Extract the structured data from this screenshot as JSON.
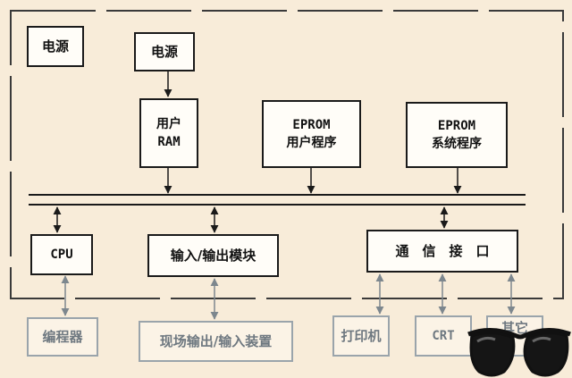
{
  "blocks": {
    "power_outer": "电源",
    "power_inner": "电源",
    "user_ram": "用户\nRAM",
    "eprom_user": "EPROM\n用户程序",
    "eprom_system": "EPROM\n系统程序",
    "cpu": "CPU",
    "io_module": "输入/输出模块",
    "comm_interface": "通　信　接　口",
    "programmer": "编程器",
    "field_io": "现场输出/输入装置",
    "printer": "打印机",
    "crt": "CRT",
    "other": "其它"
  },
  "colors": {
    "background": "#f8ecd9",
    "line": "#1a1a1a",
    "faded": "#9aa4ab"
  },
  "icons": [
    "glasses-icon"
  ]
}
